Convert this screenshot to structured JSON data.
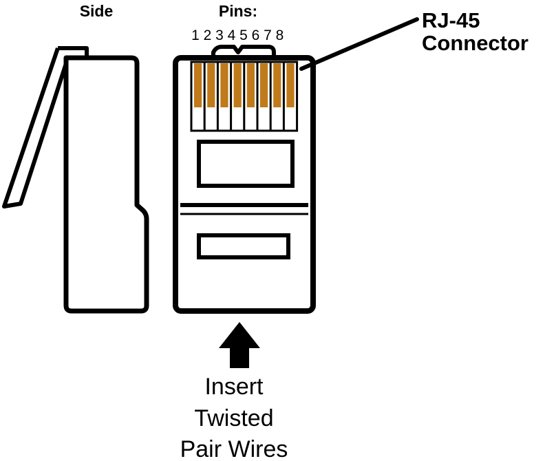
{
  "labels": {
    "side": "Side",
    "pins": "Pins:",
    "pin_numbers": [
      "1",
      "2",
      "3",
      "4",
      "5",
      "6",
      "7",
      "8"
    ],
    "connector_line1": "RJ-45",
    "connector_line2": "Connector",
    "insert_line1": "Insert",
    "insert_line2": "Twisted",
    "insert_line3": "Pair Wires"
  },
  "colors": {
    "outline": "#000000",
    "pin_contact": "#c07a1a",
    "background": "#ffffff"
  },
  "icons": {
    "arrow": "up-arrow-icon"
  }
}
